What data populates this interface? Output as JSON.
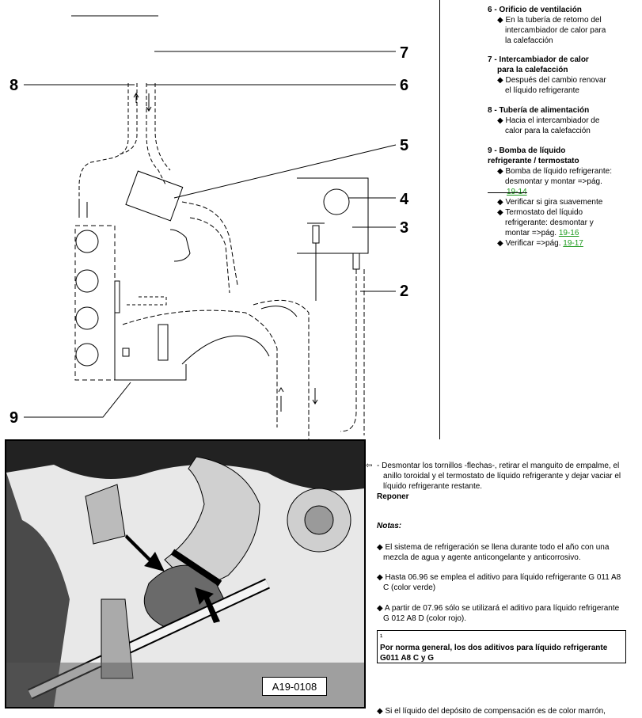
{
  "callouts": [
    "2",
    "3",
    "4",
    "5",
    "6",
    "7",
    "8",
    "9"
  ],
  "legend": {
    "item6": {
      "title": "6 - Orificio de ventilación",
      "bullets": [
        "◆ En la tubería de retorno del",
        "intercambiador de calor para",
        "la calefacción"
      ]
    },
    "item7": {
      "title1": "7 - Intercambiador de calor",
      "title2": "para la calefacción",
      "bullets": [
        "◆ Después del cambio renovar",
        "el líquido refrigerante"
      ]
    },
    "item8": {
      "title": "8 - Tubería de alimentación",
      "bullets": [
        "◆ Hacia el intercambiador de",
        "calor para la calefacción"
      ]
    },
    "item9": {
      "title1": "9 - Bomba de líquido",
      "title2": "refrigerante / termostato",
      "b1": "◆ Bomba de líquido refrigerante:",
      "b1b": "desmontar y montar =>pág.",
      "link1": "19-14",
      "b2": "◆ Verificar si gira suavemente",
      "b3": "◆ Termostato del líquido",
      "b3b": "refrigerante: desmontar y",
      "b3c": "montar =>pág.",
      "link2": "19-16",
      "b4": "◆ Verificar =>pág.",
      "link3": "19-17"
    }
  },
  "photo": {
    "code": "A19-0108"
  },
  "procedure": {
    "arrow": "⇦",
    "line1": "- Desmontar los tornillos -flechas-, retirar el manguito de empalme, el",
    "line2": "anillo toroidal y el termostato de líquido refrigerante y dejar vaciar el",
    "line3": "líquido refrigerante restante.",
    "reponer": "Reponer"
  },
  "notes": {
    "heading": "Notas:",
    "n1a": "◆ El sistema de refrigeración se llena durante todo el año con una",
    "n1b": "mezcla de agua y agente anticongelante y anticorrosivo.",
    "n2a": "◆ Hasta 06.96 se emplea el aditivo para líquido refrigerante G 011 A8",
    "n2b": "C (color verde)",
    "n3a": "◆ A partir de 07.96 sólo se utilizará el aditivo para líquido refrigerante",
    "n3b": "G 012 A8 D (color rojo).",
    "box_icon": "¹",
    "box1": "Por norma general, los dos aditivos para líquido refrigerante",
    "box2": "G011 A8 C y G",
    "cut": "◆ Si el líquido del depósito de compensación es de color marrón,"
  }
}
